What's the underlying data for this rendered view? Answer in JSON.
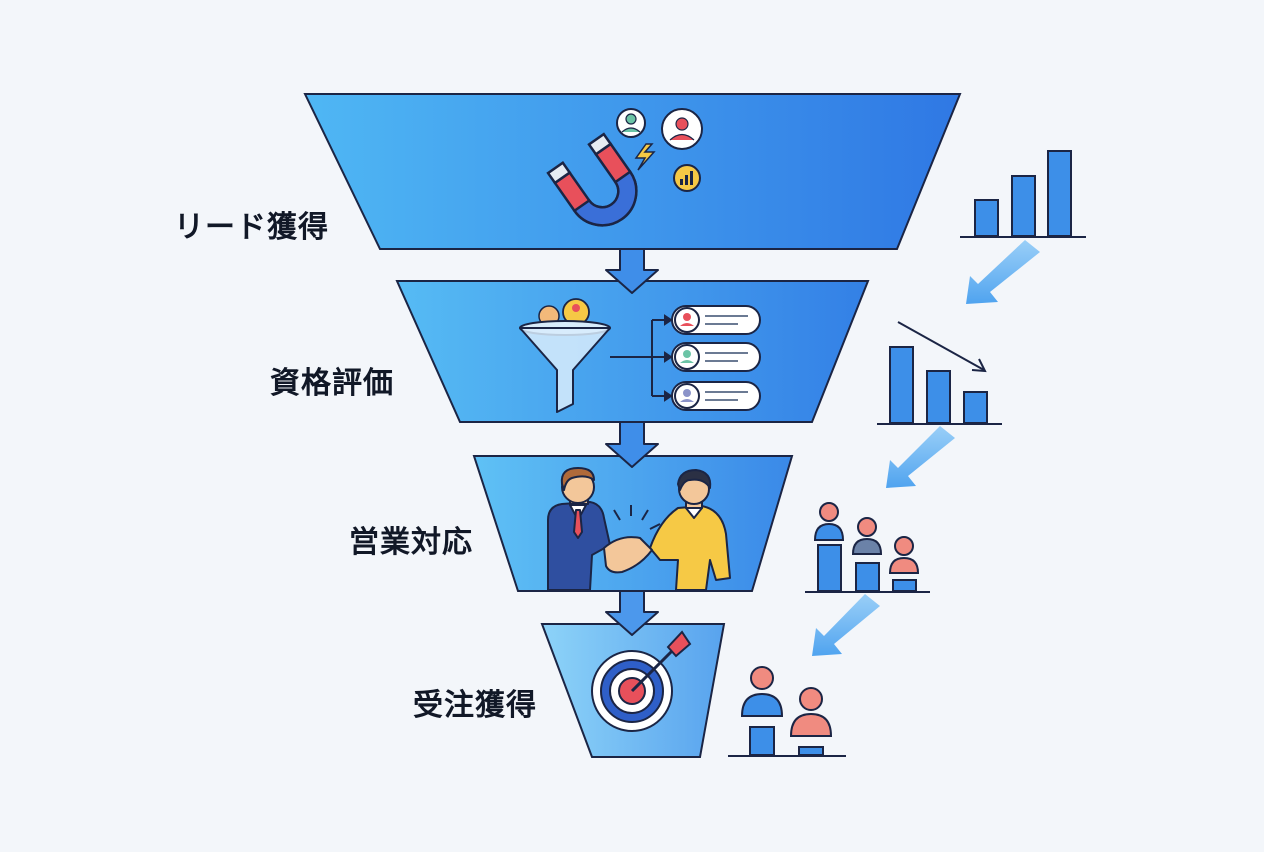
{
  "stages": [
    {
      "label": "リード獲得",
      "icon": "magnet-icon"
    },
    {
      "label": "資格評価",
      "icon": "filter-funnel-icon"
    },
    {
      "label": "営業対応",
      "icon": "handshake-icon"
    },
    {
      "label": "受注獲得",
      "icon": "target-icon"
    }
  ],
  "colors": {
    "funnel_light": "#4bb3f3",
    "funnel_dark": "#2f7be6",
    "outline": "#1b2545",
    "background": "#f3f6fa",
    "arrow_blue": "#5ab0f0",
    "bar_blue": "#3d8fe8",
    "person_red": "#f08b80"
  },
  "side_icons": [
    "bar-chart-increasing-icon",
    "bar-chart-decreasing-icon",
    "people-bars-icon",
    "two-people-icon"
  ]
}
